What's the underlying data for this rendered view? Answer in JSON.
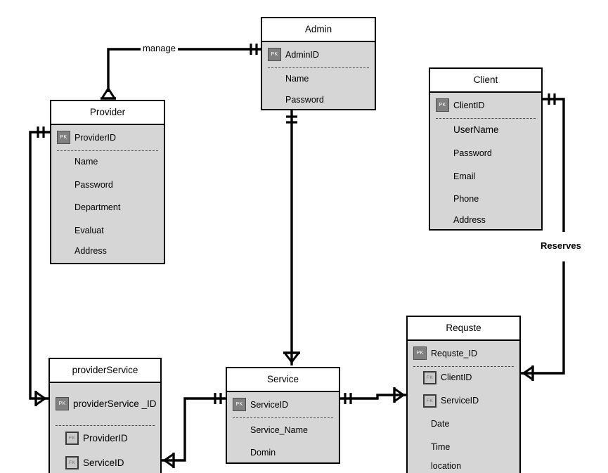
{
  "diagram": {
    "type": "er-diagram",
    "title": "",
    "notation": "crows-foot"
  },
  "entities": [
    {
      "id": "admin",
      "name": "Admin",
      "attributes": [
        {
          "name": "AdminID",
          "key": "PK"
        },
        {
          "name": "Name",
          "key": ""
        },
        {
          "name": "Password",
          "key": ""
        }
      ]
    },
    {
      "id": "client",
      "name": "Client",
      "attributes": [
        {
          "name": "ClientID",
          "key": "PK"
        },
        {
          "name": "UserName",
          "key": ""
        },
        {
          "name": "Password",
          "key": ""
        },
        {
          "name": "Email",
          "key": ""
        },
        {
          "name": "Phone",
          "key": ""
        },
        {
          "name": "Address",
          "key": ""
        }
      ]
    },
    {
      "id": "provider",
      "name": "Provider",
      "attributes": [
        {
          "name": "ProviderID",
          "key": "PK"
        },
        {
          "name": "Name",
          "key": ""
        },
        {
          "name": "Password",
          "key": ""
        },
        {
          "name": "Department",
          "key": ""
        },
        {
          "name": "Evaluat",
          "key": ""
        },
        {
          "name": "Address",
          "key": ""
        }
      ]
    },
    {
      "id": "requste",
      "name": "Requste",
      "attributes": [
        {
          "name": "Requste_ID",
          "key": "PK"
        },
        {
          "name": "ClientID",
          "key": "FK"
        },
        {
          "name": "ServiceID",
          "key": "FK"
        },
        {
          "name": "Date",
          "key": ""
        },
        {
          "name": "Time",
          "key": ""
        },
        {
          "name": "location",
          "key": ""
        }
      ]
    },
    {
      "id": "providerservice",
      "name": "providerService",
      "attributes": [
        {
          "name": "providerService _ID",
          "key": "PK"
        },
        {
          "name": "ProviderID",
          "key": "FK"
        },
        {
          "name": "ServiceID",
          "key": "FK"
        }
      ]
    },
    {
      "id": "service",
      "name": "Service",
      "attributes": [
        {
          "name": "ServiceID",
          "key": "PK"
        },
        {
          "name": "Service_Name",
          "key": ""
        },
        {
          "name": "Domin",
          "key": ""
        }
      ]
    }
  ],
  "relationships": [
    {
      "id": "manage",
      "label": "manage",
      "from": "Admin",
      "to": "Provider",
      "bold": false
    },
    {
      "id": "reserves",
      "label": "Reserves",
      "from": "Client",
      "to": "Requste",
      "bold": true
    },
    {
      "id": "admin_service",
      "label": "",
      "from": "Admin",
      "to": "Service",
      "bold": false
    },
    {
      "id": "provider_ps",
      "label": "",
      "from": "Provider",
      "to": "providerService",
      "bold": false
    },
    {
      "id": "ps_service",
      "label": "",
      "from": "providerService",
      "to": "Service",
      "bold": false
    },
    {
      "id": "service_requste",
      "label": "",
      "from": "Service",
      "to": "Requste",
      "bold": false
    }
  ],
  "badges": {
    "pk": "PK",
    "fk": "FK"
  },
  "colors": {
    "entity_body": "#d6d6d6",
    "entity_header": "#ffffff",
    "border": "#000000",
    "pk_badge": "#808080",
    "fk_badge": "#c9c9c9",
    "line": "#000000",
    "background": "#ffffff"
  }
}
